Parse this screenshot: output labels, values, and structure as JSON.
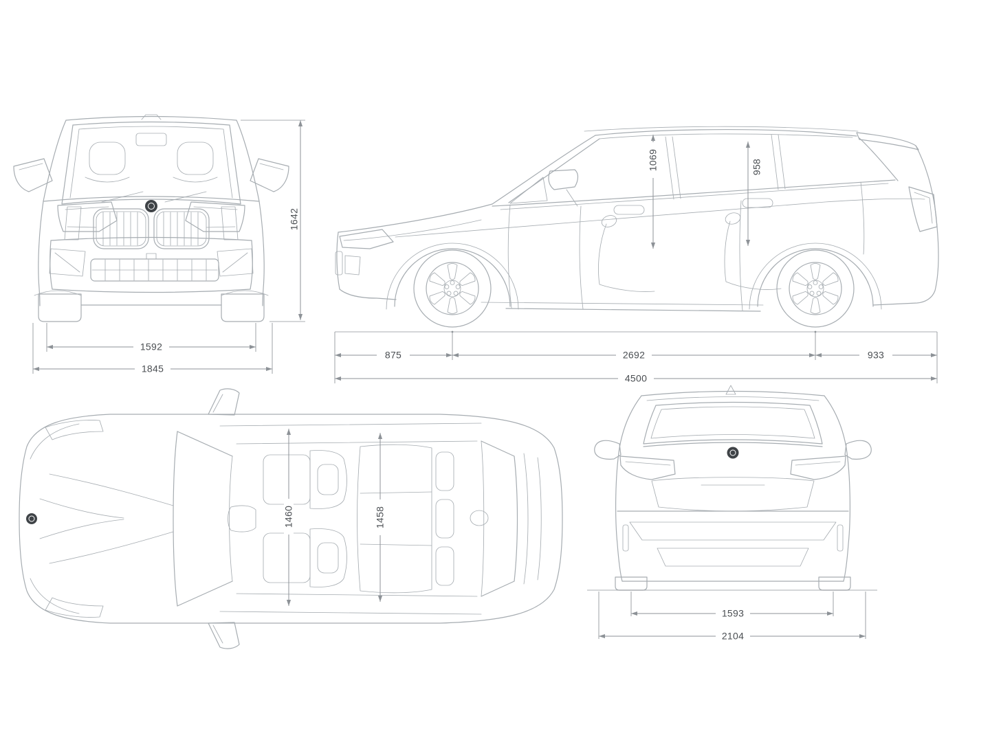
{
  "colors": {
    "bg": "#ffffff",
    "line": "#a6acb1",
    "dimline": "#8d9297",
    "ink": "#4a4e52",
    "logo": "#3f4347"
  },
  "icons": {
    "brand_logo": "bmw-roundel"
  },
  "views": {
    "front": {
      "dimensions": {
        "track_width": "1592",
        "overall_width": "1845",
        "overall_height": "1642"
      }
    },
    "side": {
      "dimensions": {
        "interior_height_front": "1069",
        "interior_height_rear": "958",
        "front_overhang": "875",
        "wheelbase": "2692",
        "rear_overhang": "933",
        "overall_length": "4500"
      }
    },
    "top": {
      "dimensions": {
        "interior_width_front": "1460",
        "interior_width_rear": "1458"
      }
    },
    "rear": {
      "dimensions": {
        "track_width": "1593",
        "overall_width_incl_mirrors": "2104"
      }
    }
  }
}
